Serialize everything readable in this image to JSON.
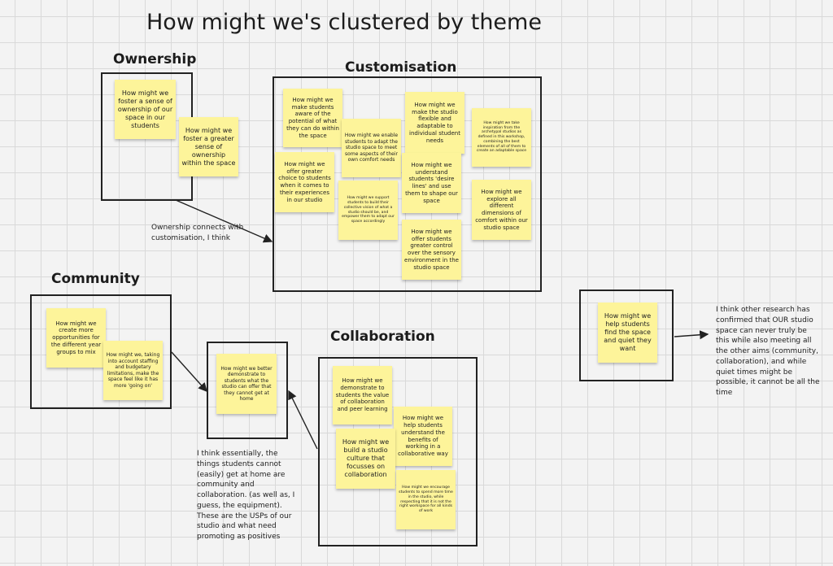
{
  "board": {
    "title": "How might we's clustered by theme"
  },
  "groups": {
    "ownership": {
      "heading": "Ownership",
      "notes": [
        "How might we foster a sense of ownership of our space in our students",
        "How might we foster a greater sense of ownership within the space"
      ]
    },
    "customisation": {
      "heading": "Customisation",
      "notes": [
        "How might we make students aware of the potential of what they can do within the space",
        "How might we enable students to adapt the studio space to meet some aspects of their own comfort needs",
        "How might we make the studio flexible and adaptable to individual student needs",
        "How might we take inspiration from the archetypal studios as defined in this workshop, combining the best elements of all of them to create an adaptable space",
        "How might we offer greater choice to students when it comes to their experiences in our studio",
        "How might we support students to build their collective vision of what a studio should be, and empower them to adapt our space accordingly",
        "How might we understand students 'desire lines' and use them to shape our space",
        "How might we explore all different dimensions of comfort within our studio space",
        "How might we offer students greater control over the sensory environment in the studio space"
      ]
    },
    "community": {
      "heading": "Community",
      "notes": [
        "How might we create more opportunities for the different year groups to mix",
        "How might we, taking into account staffing and budgetary limitations, make the space feel like it has more 'going on'"
      ]
    },
    "collaboration": {
      "heading": "Collaboration",
      "notes": [
        "How might we demonstrate to students the value of collaboration and peer learning",
        "How might we help students understand the benefits of working in a collaborative way",
        "How might we build a studio culture that focusses on collaboration",
        "How might we encourage students to spend more time in the studio, while respecting that it is not the right workspace for all kinds of work"
      ]
    },
    "usp": {
      "notes": [
        "How might we better demonstrate to students what the studio can offer that they cannot get at home"
      ]
    },
    "quiet": {
      "notes": [
        "How might we help students find the space and quiet they want"
      ]
    }
  },
  "comments": {
    "ownership_link": "Ownership connects with customisation, I think",
    "usp_reflection": "I think essentially, the things students cannot (easily) get at home are community and collaboration. (as well as, I guess, the equipment). These are the USPs of our studio and what need promoting as positives",
    "quiet_reflection": "I think other research has confirmed that OUR studio space can never truly be this while also meeting all the other aims (community, collaboration), and while quiet times might be possible, it cannot be all the time"
  },
  "colors": {
    "sticky_note": "#fdf49a",
    "frame_border": "#222222",
    "canvas": "#f3f3f3",
    "grid": "#d9d9d9"
  }
}
